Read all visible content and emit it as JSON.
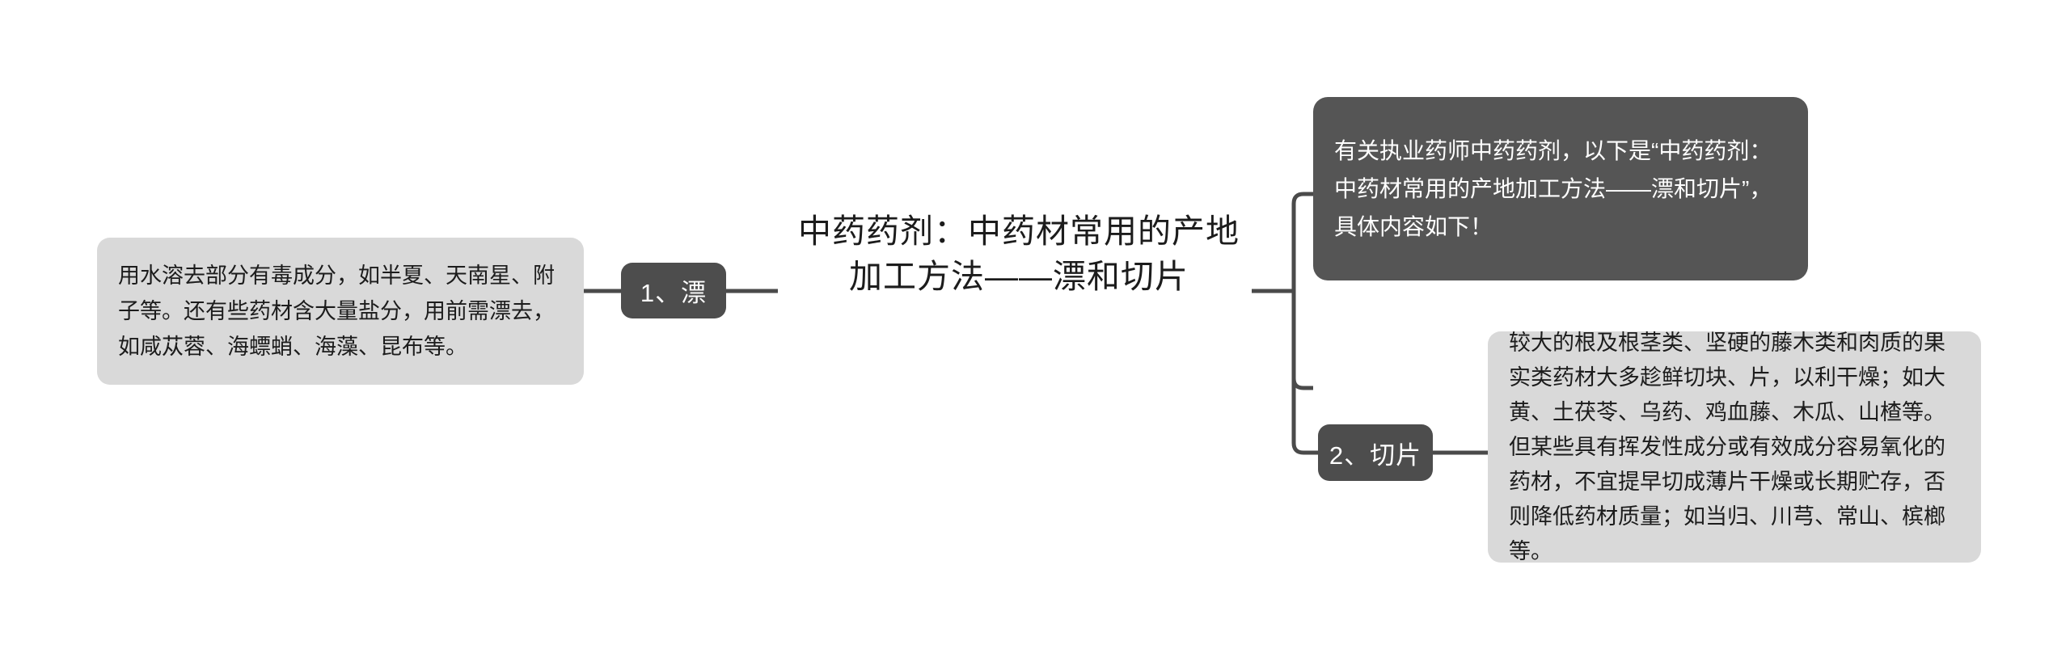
{
  "diagram": {
    "type": "mind-map",
    "orientation": "horizontal-bidirectional",
    "background_color": "#ffffff",
    "accent_dark": "#555555",
    "accent_node": "#4d4d4d",
    "accent_light": "#d9d9d9",
    "connector_color": "#4a4a4a",
    "text_dark": "#1c1c1c",
    "text_light": "#ffffff"
  },
  "root": {
    "title": "中药药剂：中药材常用的产地加工方法——漂和切片"
  },
  "intro": {
    "text": "有关执业药师中药药剂，以下是“中药药剂：中药材常用的产地加工方法——漂和切片”，具体内容如下！"
  },
  "branches": [
    {
      "id": "piao",
      "label": "1、漂",
      "side": "left",
      "detail": "用水溶去部分有毒成分，如半夏、天南星、附子等。还有些药材含大量盐分，用前需漂去，如咸苁蓉、海螵蛸、海藻、昆布等。"
    },
    {
      "id": "qiepian",
      "label": "2、切片",
      "side": "right",
      "detail": "较大的根及根茎类、坚硬的藤木类和肉质的果实类药材大多趁鲜切块、片，以利干燥；如大黄、土茯苓、乌药、鸡血藤、木瓜、山楂等。但某些具有挥发性成分或有效成分容易氧化的药材，不宜提早切成薄片干燥或长期贮存，否则降低药材质量；如当归、川芎、常山、槟榔等。"
    }
  ]
}
